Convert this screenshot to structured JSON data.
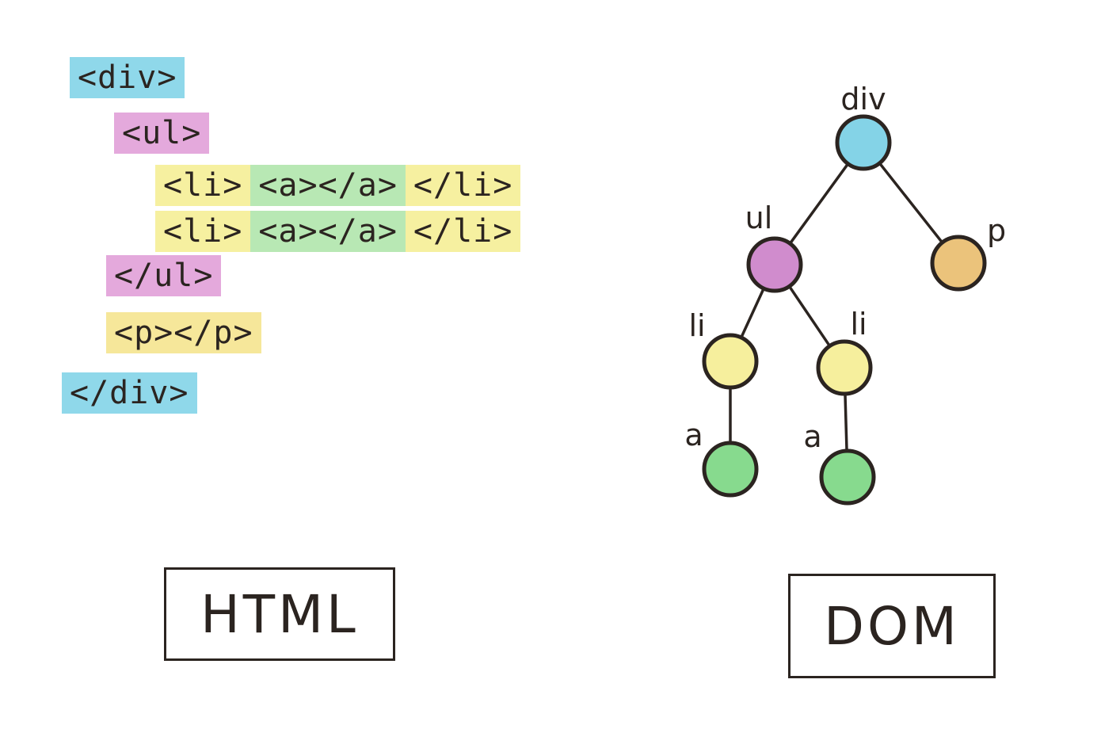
{
  "code": {
    "lines": [
      {
        "tokens": [
          {
            "text": "<div>",
            "tag": "div"
          }
        ]
      },
      {
        "tokens": [
          {
            "text": "<ul>",
            "tag": "ul"
          }
        ]
      },
      {
        "tokens": [
          {
            "text": "<li>",
            "tag": "li"
          },
          {
            "text": "<a></a>",
            "tag": "a"
          },
          {
            "text": "</li>",
            "tag": "li"
          }
        ]
      },
      {
        "tokens": [
          {
            "text": "<li>",
            "tag": "li"
          },
          {
            "text": "<a></a>",
            "tag": "a"
          },
          {
            "text": "</li>",
            "tag": "li"
          }
        ]
      },
      {
        "tokens": [
          {
            "text": "</ul>",
            "tag": "ul"
          }
        ]
      },
      {
        "tokens": [
          {
            "text": "<p></p>",
            "tag": "p"
          }
        ]
      },
      {
        "tokens": [
          {
            "text": "</div>",
            "tag": "div"
          }
        ]
      }
    ]
  },
  "tree": {
    "nodes": [
      {
        "id": "div",
        "label": "div",
        "color": "#6fcbe3"
      },
      {
        "id": "ul",
        "label": "ul",
        "color": "#c878c4"
      },
      {
        "id": "p",
        "label": "p",
        "color": "#e8b864"
      },
      {
        "id": "li1",
        "label": "li",
        "color": "#f4ec8c"
      },
      {
        "id": "li2",
        "label": "li",
        "color": "#f4ec8c"
      },
      {
        "id": "a1",
        "label": "a",
        "color": "#72d47a"
      },
      {
        "id": "a2",
        "label": "a",
        "color": "#72d47a"
      }
    ],
    "edges": [
      [
        "div",
        "ul"
      ],
      [
        "div",
        "p"
      ],
      [
        "ul",
        "li1"
      ],
      [
        "ul",
        "li2"
      ],
      [
        "li1",
        "a1"
      ],
      [
        "li2",
        "a2"
      ]
    ]
  },
  "captions": {
    "html": "HTML",
    "dom": "DOM"
  },
  "colors": {
    "ink": "#2b2420",
    "div": "#8fd8ea",
    "ul": "#e4a9dc",
    "li": "#f6f0a0",
    "a": "#b8e8b4",
    "p": "#f6e79a"
  }
}
